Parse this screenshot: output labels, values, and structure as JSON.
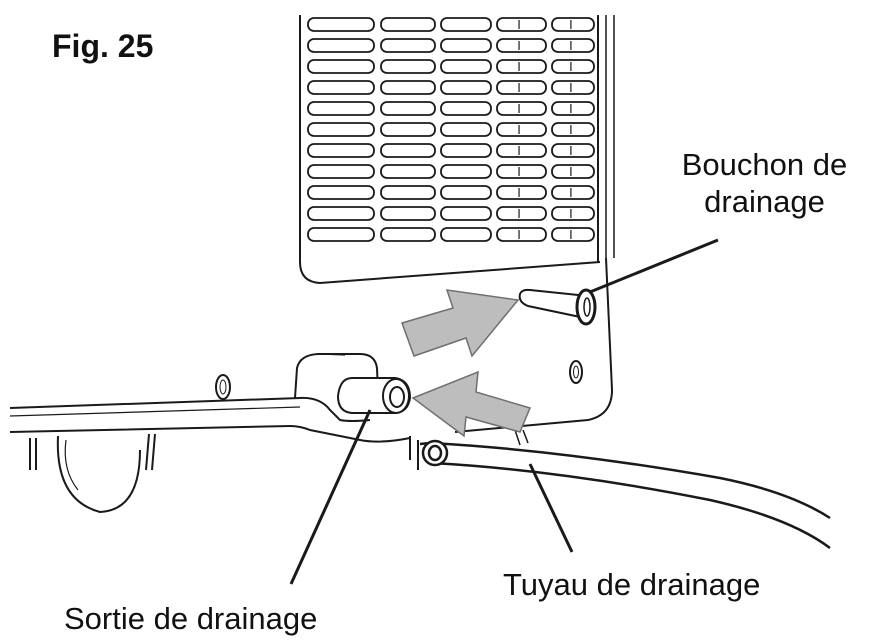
{
  "figure": {
    "title": "Fig. 25",
    "labels": {
      "bouchon_line1": "Bouchon de",
      "bouchon_line2": "drainage",
      "tuyau": "Tuyau de drainage",
      "sortie": "Sortie de drainage"
    },
    "colors": {
      "line": "#1a1a1a",
      "arrow_fill": "#bdbdbd",
      "arrow_stroke": "#6f6f6f",
      "background": "#ffffff"
    },
    "arrow_count": 2
  }
}
